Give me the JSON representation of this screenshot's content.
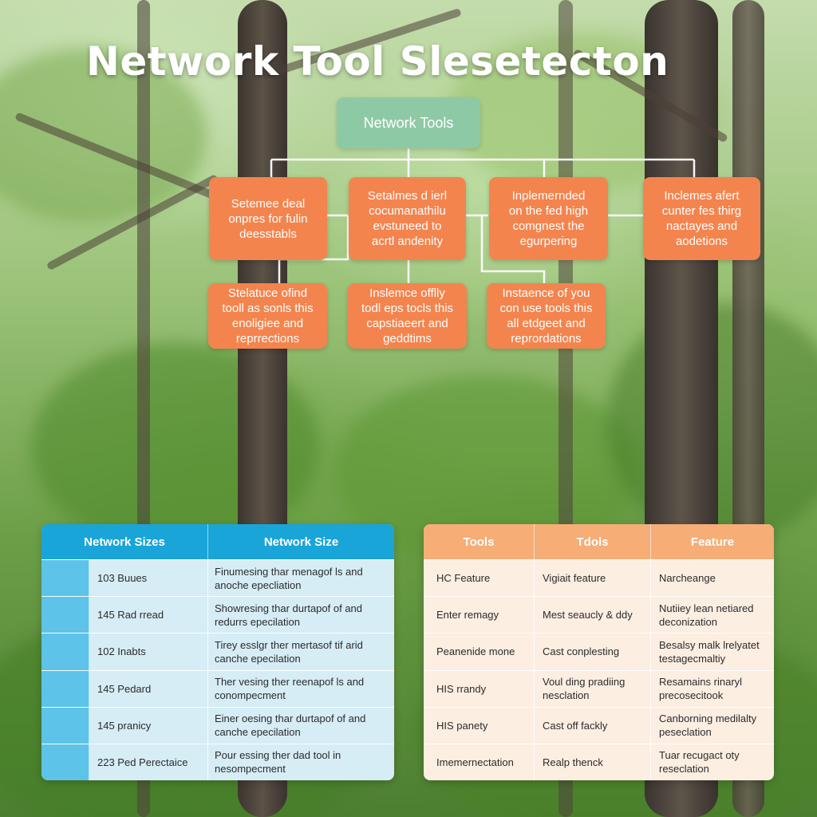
{
  "title": "Network Tool Slesetecton",
  "diagram": {
    "root": "Network Tools",
    "row1": [
      "Setemee deal\nonpres for fulin\ndeesstabls",
      "Setalmes d ierl\ncocumanathilu\nevstuneed to\nacrtl andenity",
      "Inplemernded\non the fed high\ncomgnest the\negurpering",
      "Inclemes afert\ncunter fes thirg\nnactayes and\naodetions"
    ],
    "row2": [
      "Stelatuce ofind\ntooll as sonls this\nenoligiee and\nreprrections",
      "Inslemce offlly\ntodl eps tocls this\ncapstiaeert and\ngeddtims",
      "Instaence of you\ncon use tools this\nall etdgeet and\nreprordations"
    ]
  },
  "table_left": {
    "headers": [
      "Network Sizes",
      "Network Size"
    ],
    "rows": [
      [
        "103 Buues",
        "Finumesing thar menagof ls and\nanoche epecliation"
      ],
      [
        "145 Rad rread",
        "Showresing thar durtapof of and\nredurrs epecilation"
      ],
      [
        "102 Inabts",
        "Tirey esslgr ther mertasof tif arid\ncanche epecilation"
      ],
      [
        "145 Pedard",
        "Ther vesing ther reenapof ls and\nconompecment"
      ],
      [
        "145 pranicy",
        "Einer oesing thar durtapof of and\ncanche epecilation"
      ],
      [
        "223 Ped Perectaice",
        "Pour essing ther dad tool in\nnesompecment"
      ]
    ]
  },
  "table_right": {
    "headers": [
      "Tools",
      "Tdols",
      "Feature"
    ],
    "rows": [
      [
        "HC Feature",
        "Vigiait feature",
        "Narcheange"
      ],
      [
        "Enter remagy",
        "Mest seaucly & ddy",
        "Nutiiey lean netiared\ndeconization"
      ],
      [
        "Peanenide mone",
        "Cast conplesting",
        "Besalsy malk lrelyatet\ntestagecmaltiy"
      ],
      [
        "HIS rrandy",
        "Voul ding pradiing\nnesclation",
        "Resamains rinaryl\nprecosecitook"
      ],
      [
        "HIS panety",
        "Cast off fackly",
        "Canborning medilalty\npeseclation"
      ],
      [
        "Imemernectation",
        "Realp thenck",
        "Tuar recugact oty\nreseclation"
      ]
    ]
  },
  "colors": {
    "root_node": "#8ec9a6",
    "child_node": "#f4844e",
    "left_header": "#1aa5d8",
    "right_header": "#f6ad76"
  }
}
